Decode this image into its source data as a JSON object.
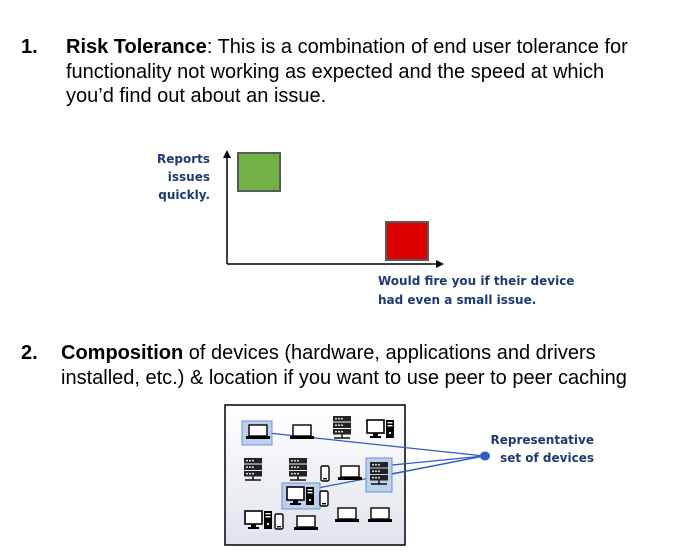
{
  "section1": {
    "number": "1.",
    "term": "Risk Tolerance",
    "line1_rest": ": This is a combination of end user tolerance for",
    "line2": "functionality not working as expected and the speed at which",
    "line3": "you’d find out about an issue."
  },
  "risk_chart": {
    "y_label_lines": [
      "Reports",
      "issues",
      "quickly."
    ],
    "x_label_lines": [
      "Would fire you if their device",
      "had even a small issue."
    ],
    "colors": {
      "green": "#72b145",
      "red": "#dd0000",
      "label": "#1f3a6e"
    }
  },
  "section2": {
    "number": "2.",
    "term": "Composition",
    "line1_rest": " of devices (hardware, applications and drivers",
    "line2": "installed, etc.) & location if you want to use peer to peer caching"
  },
  "devices_diagram": {
    "callout_lines": [
      "Representative",
      "set of devices"
    ],
    "accent_color": "#2e5cc2"
  }
}
